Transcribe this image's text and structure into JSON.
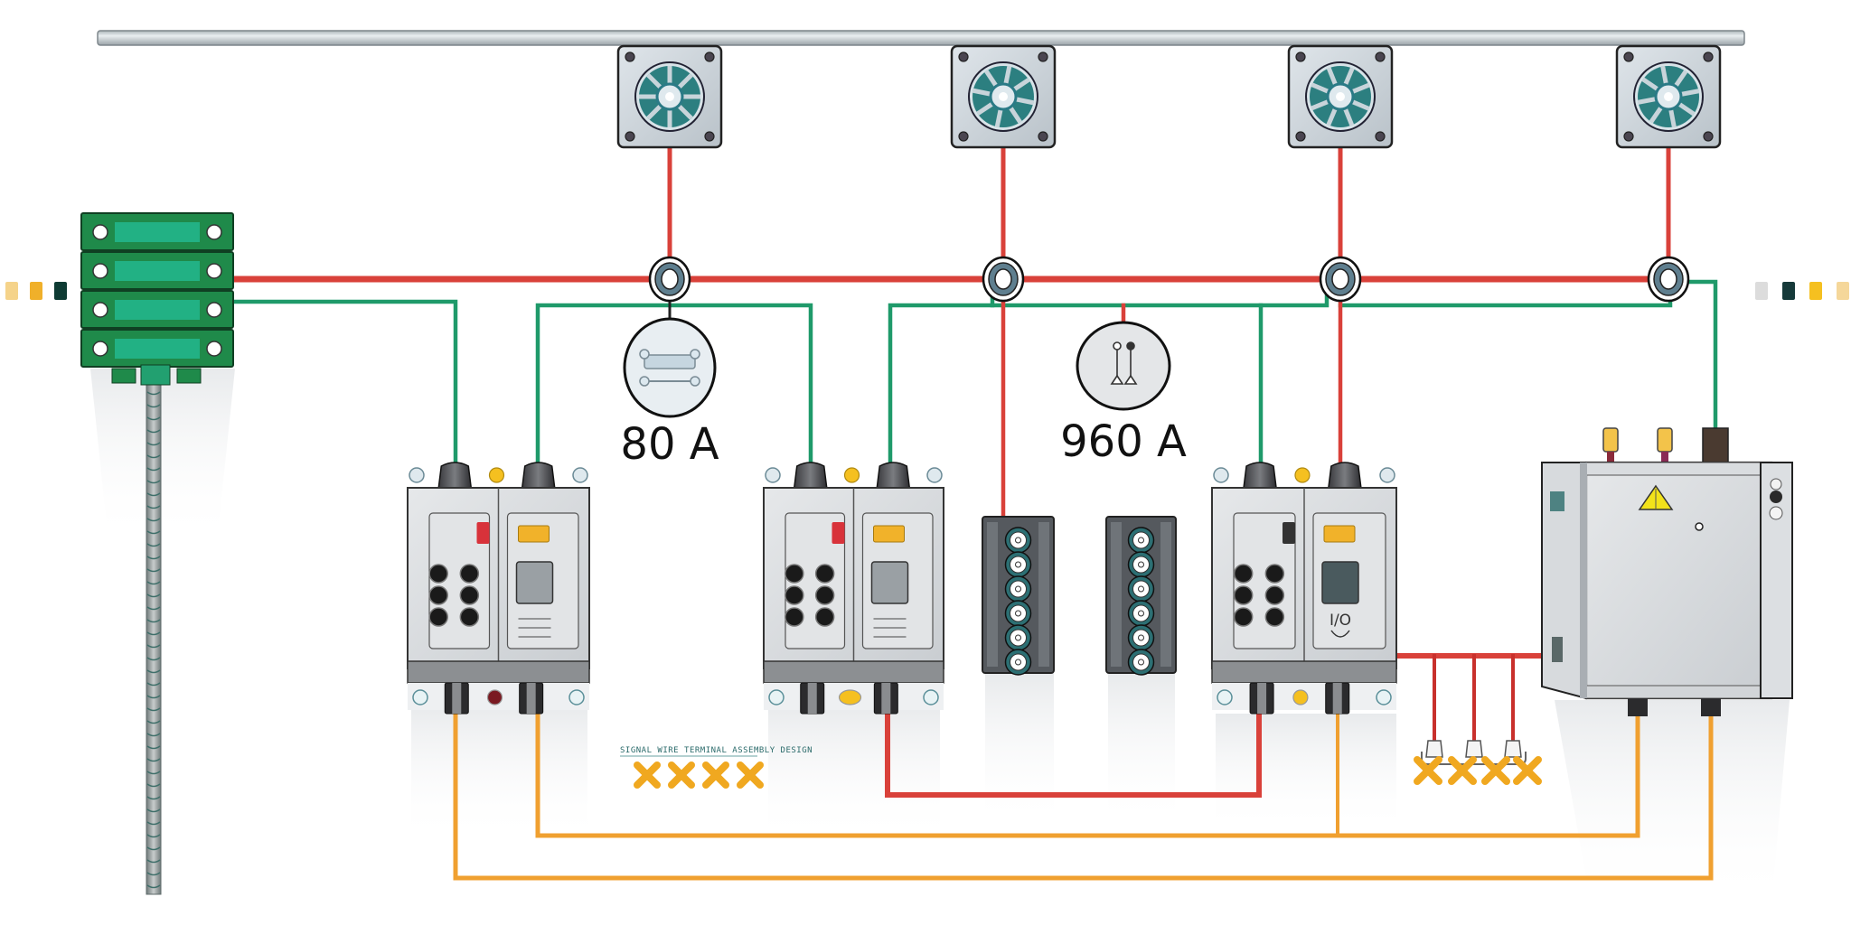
{
  "diagram": {
    "title": "Electrical wiring diagram",
    "colors": {
      "live_wire": "#d9413a",
      "neutral_wire": "#1f9a6a",
      "low_voltage_wire": "#f0a030",
      "rail": "#c9ced2",
      "terminal_block": "#1f8a55",
      "fan_blade": "#2c7f80",
      "breaker_body": "#d5d8db",
      "warning": "#f2e21a"
    },
    "left_swatches": [
      "#f5d38a",
      "#f0b02a",
      "#0e3b33"
    ],
    "right_swatches": [
      "#dcdcdc",
      "#163a3a",
      "#f5c020",
      "#f5d79a"
    ],
    "fans": [
      {
        "id": "fan-1",
        "icon": "fan-icon"
      },
      {
        "id": "fan-2",
        "icon": "fan-icon"
      },
      {
        "id": "fan-3",
        "icon": "fan-icon"
      },
      {
        "id": "fan-4",
        "icon": "fan-icon"
      }
    ],
    "meters": [
      {
        "id": "meter-1",
        "icon": "ammeter-bridge-icon",
        "value": "80",
        "unit": "A",
        "label": "80  A"
      },
      {
        "id": "meter-2",
        "icon": "ammeter-probe-icon",
        "value": "960",
        "unit": "A",
        "label": "960 A"
      }
    ],
    "breaker_units": [
      {
        "id": "breaker-unit-1"
      },
      {
        "id": "breaker-unit-2"
      },
      {
        "id": "breaker-unit-3",
        "panel_text": "I/O"
      }
    ],
    "terminal_strips": [
      {
        "id": "terminal-strip-1",
        "terminals": 6
      },
      {
        "id": "terminal-strip-2",
        "terminals": 6
      }
    ],
    "enclosure": {
      "id": "main-enclosure",
      "warning_icon": "warning-triangle-icon"
    },
    "legend_caption": "XXXX",
    "legend_garbled_text": "SIGNAL WIRE TERMINAL ASSEMBLY DESIGN",
    "connector_group_label": "XXXX"
  }
}
